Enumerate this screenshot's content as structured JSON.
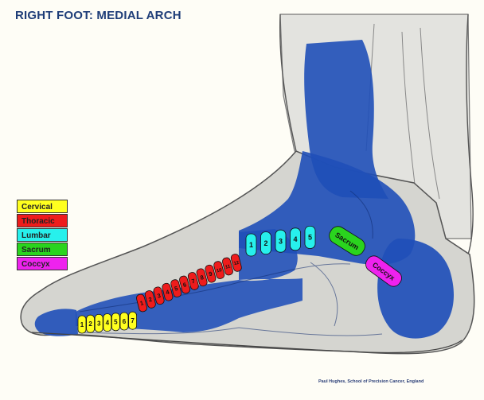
{
  "title": "RIGHT FOOT: MEDIAL ARCH",
  "legend": [
    {
      "label": "Cervical",
      "color": "#ffff1f"
    },
    {
      "label": "Thoracic",
      "color": "#ee1c1c"
    },
    {
      "label": "Lumbar",
      "color": "#27f0ec"
    },
    {
      "label": "Sacrum",
      "color": "#2ad41e"
    },
    {
      "label": "Coccyx",
      "color": "#ee22ee"
    }
  ],
  "vertebrae": {
    "cervical": [
      "1",
      "2",
      "3",
      "4",
      "5",
      "6",
      "7"
    ],
    "thoracic": [
      "1",
      "2",
      "3",
      "4",
      "5",
      "6",
      "7",
      "8",
      "9",
      "10",
      "11",
      "12"
    ],
    "lumbar": [
      "1",
      "2",
      "3",
      "4",
      "5"
    ],
    "sacrum": "Sacrum",
    "coccyx": "Coccyx"
  },
  "caption": "Paul Hughes, School of Precision Cancer, England",
  "colors": {
    "reflex_zone": "#1f4fb8",
    "title": "#1e3d78"
  }
}
